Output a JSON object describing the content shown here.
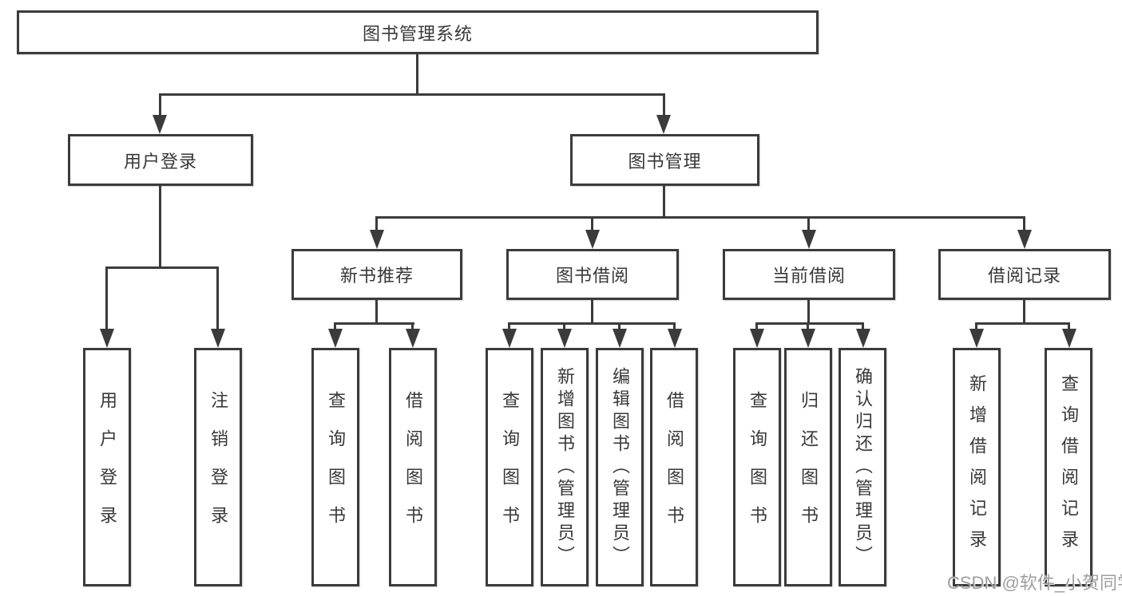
{
  "diagram": {
    "title": "图书管理系统",
    "colors": {
      "line": "#3b3b3b",
      "text": "#383838",
      "background": "#ffffff",
      "watermark": "#9e9e9e"
    },
    "nodes": {
      "root": "图书管理系统",
      "user_login": "用户登录",
      "book_mgmt": "图书管理",
      "new_book_rec": "新书推荐",
      "book_borrow": "图书借阅",
      "current_borrow": "当前借阅",
      "borrow_record": "借阅记录",
      "leaf_user_login": "用户登录",
      "leaf_logout": "注销登录",
      "leaf_nbr_query": "查询图书",
      "leaf_nbr_borrow": "借阅图书",
      "leaf_bb_query": "查询图书",
      "leaf_bb_add": "新增图书（管理员）",
      "leaf_bb_edit": "编辑图书（管理员）",
      "leaf_bb_borrow": "借阅图书",
      "leaf_cb_query": "查询图书",
      "leaf_cb_return": "归还图书",
      "leaf_cb_confirm": "确认归还（管理员）",
      "leaf_br_add": "新增借阅记录",
      "leaf_br_query": "查询借阅记录"
    },
    "watermark": "CSDN @软件_小贺同学"
  }
}
